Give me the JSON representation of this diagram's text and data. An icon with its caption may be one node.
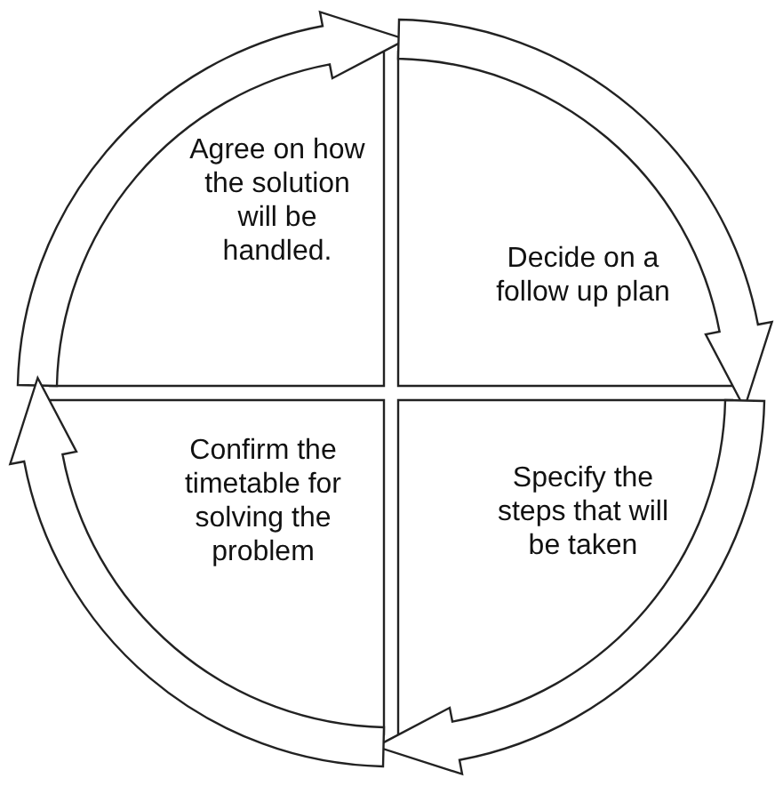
{
  "diagram": {
    "nodes": [
      {
        "text": [
          "Agree on how the solution will be handled."
        ]
      },
      {
        "text": [
          "Decide on a follow up plan"
        ]
      },
      {
        "text": [
          "Confirm the timetable for solving the problem"
        ]
      },
      {
        "text": [
          "Specify the steps that will be taken"
        ]
      }
    ],
    "edges": [
      {
        "from": 0,
        "to": 1,
        "arrow": "to"
      },
      {
        "from": 1,
        "to": 3,
        "arrow": "to"
      },
      {
        "from": 3,
        "to": 2,
        "arrow": "to"
      },
      {
        "from": 2,
        "to": 0,
        "arrow": "to"
      }
    ]
  }
}
